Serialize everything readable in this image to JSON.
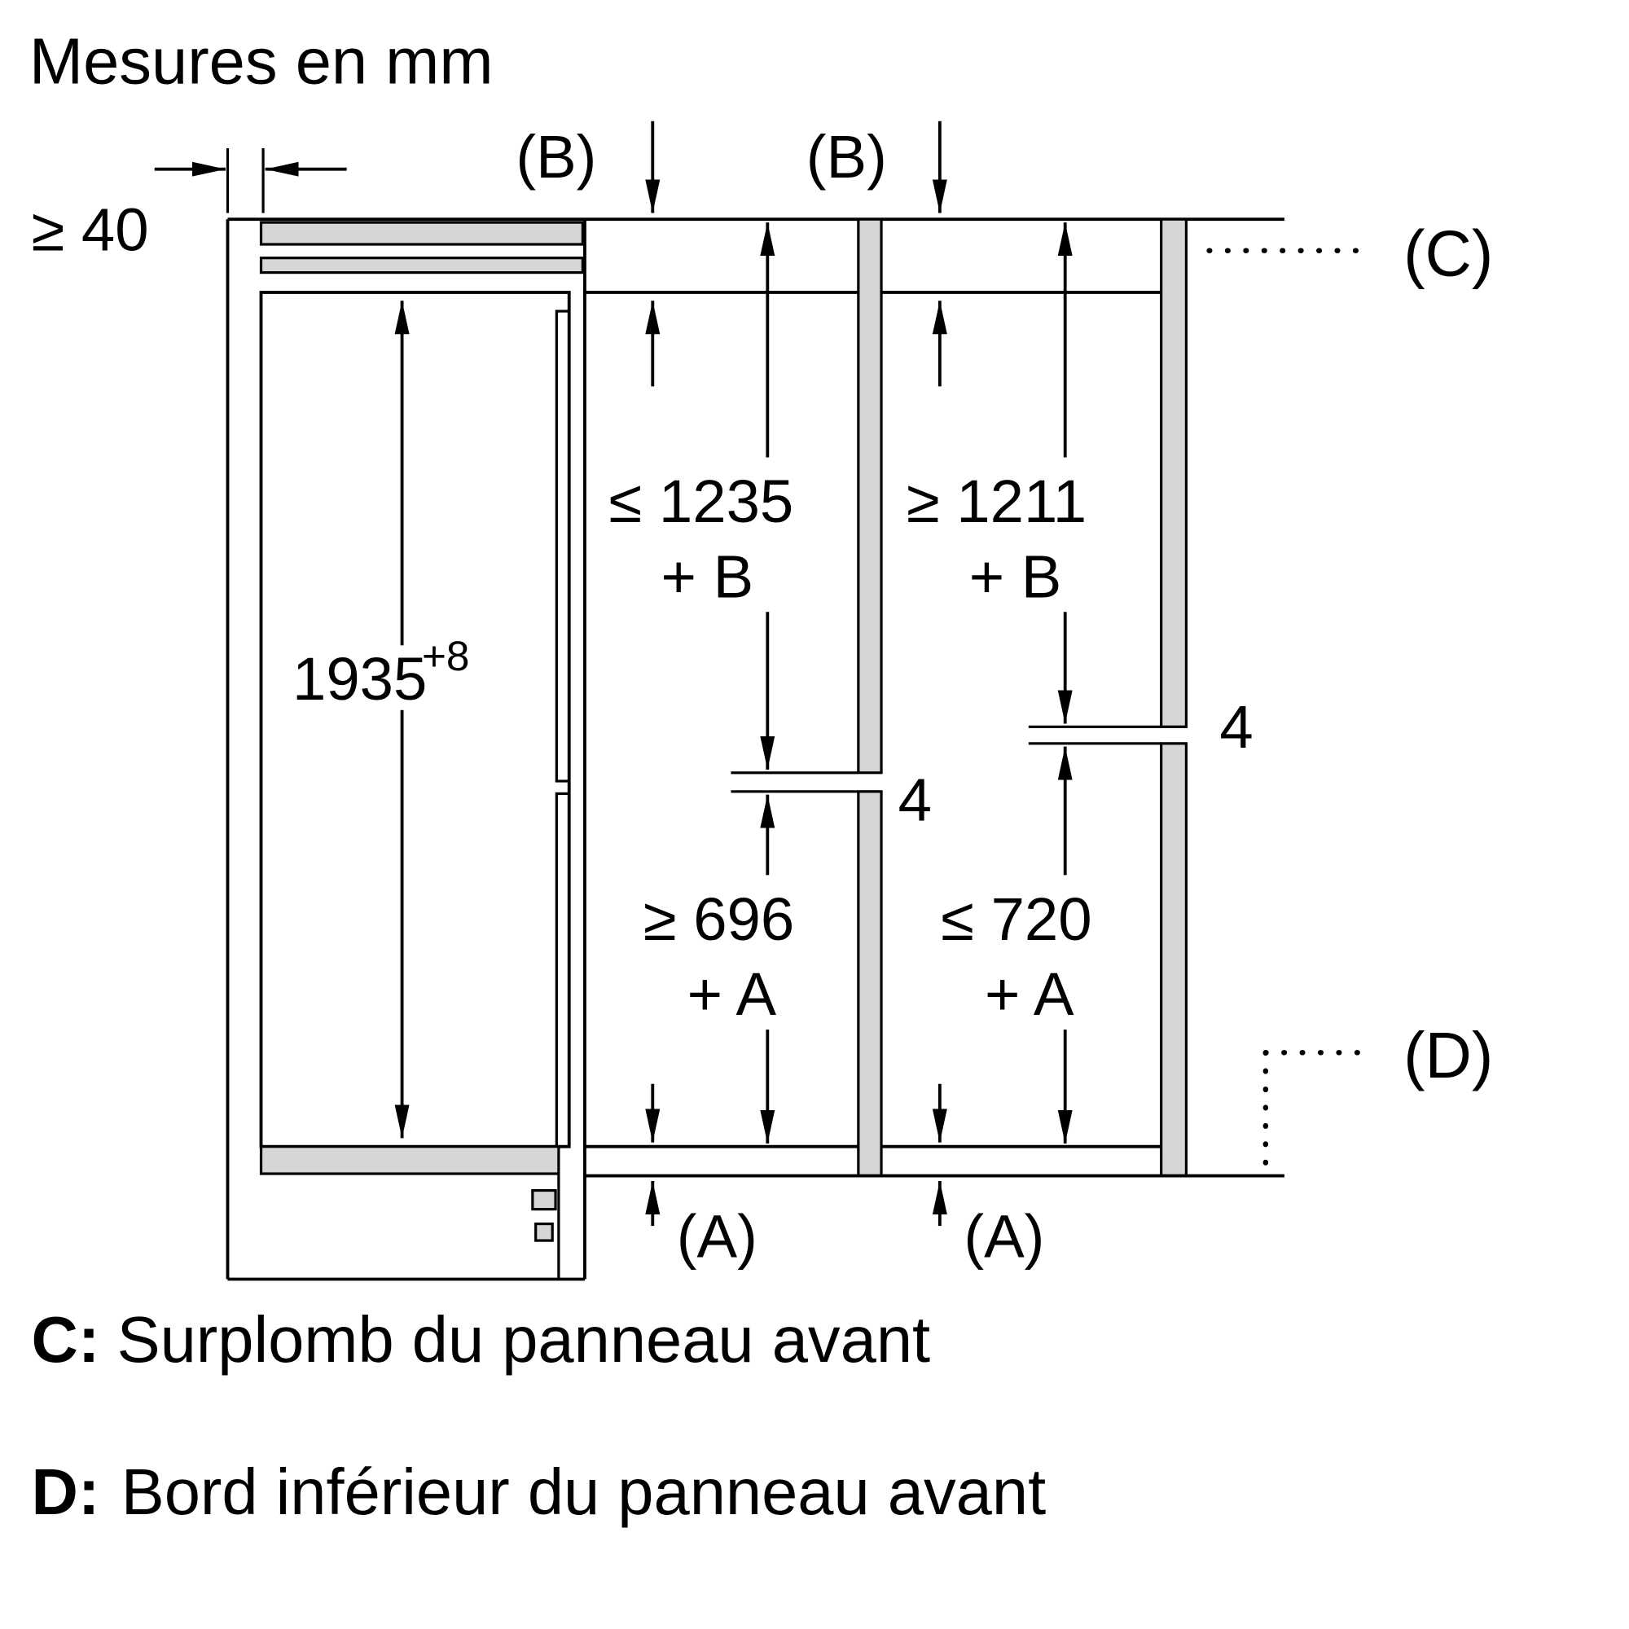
{
  "title": "Mesures en mm",
  "diagram": {
    "wall_thickness": "≥ 40",
    "height_main": "1935",
    "height_sup": "+8",
    "dim_b_top_left": "(B)",
    "dim_b_top_right": "(B)",
    "dim_c": "(C)",
    "dim_d": "(D)",
    "dim_a_left": "(A)",
    "dim_a_right": "(A)",
    "upper_left_value": "≤ 1235",
    "upper_left_plus": "+ B",
    "upper_right_value": "≥ 1211",
    "upper_right_plus": "+ B",
    "lower_left_value": "≥ 696",
    "lower_left_plus": "+ A",
    "lower_right_value": "≤ 720",
    "lower_right_plus": "+ A",
    "gap_left": "4",
    "gap_right": "4"
  },
  "legend": {
    "c_key": "C:",
    "c_text": "Surplomb du panneau avant",
    "d_key": "D:",
    "d_text": "Bord inférieur du panneau avant"
  },
  "colors": {
    "line": "#000000",
    "panel_fill": "#d6d6d6",
    "background": "#ffffff"
  }
}
